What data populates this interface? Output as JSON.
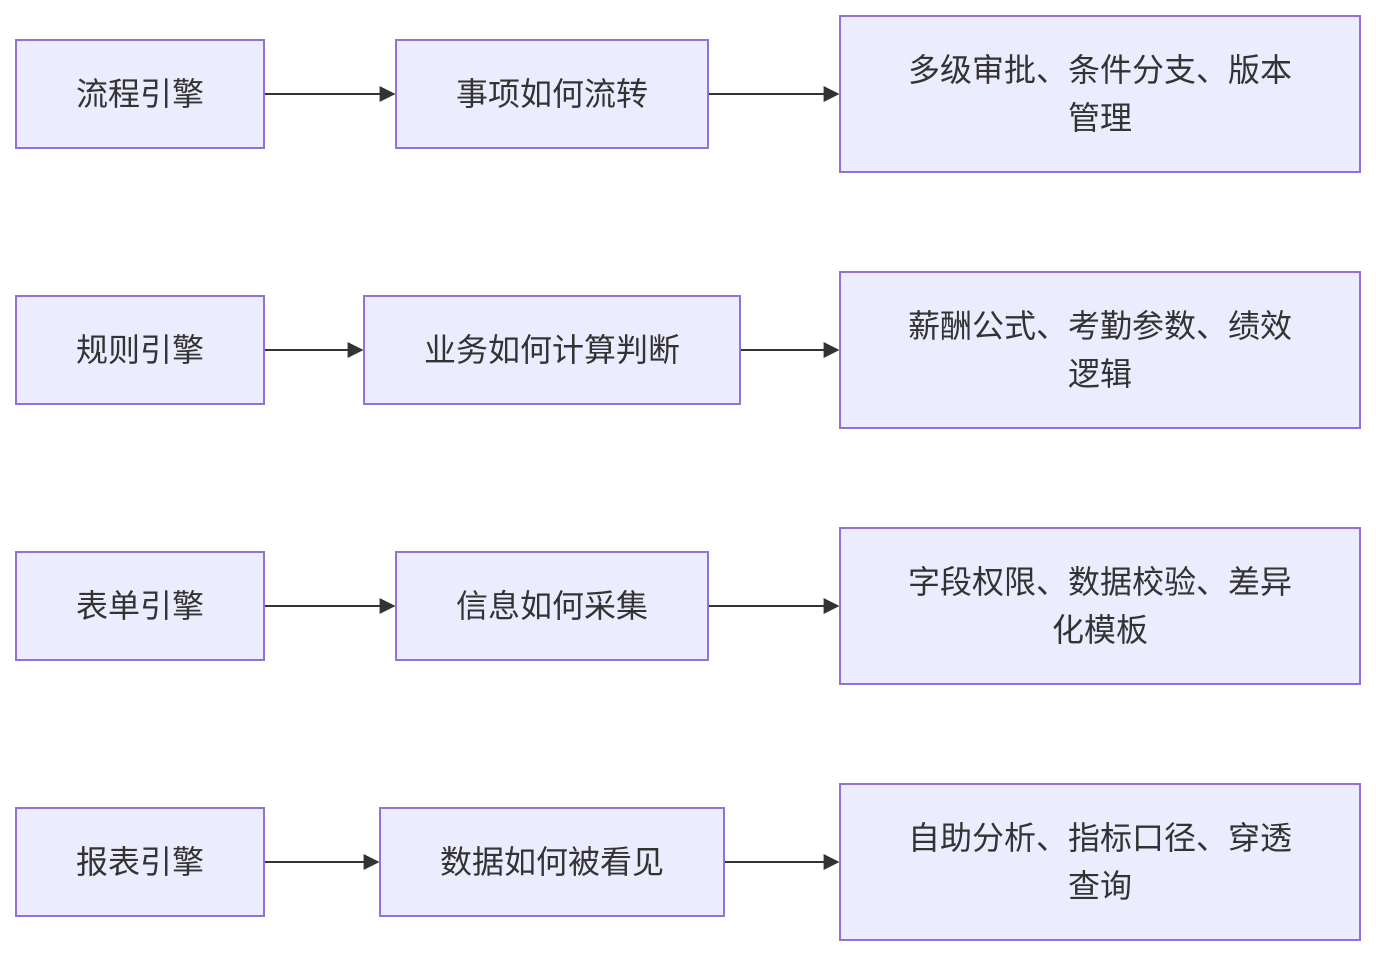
{
  "diagram": {
    "rows": [
      {
        "engine": "流程引擎",
        "purpose": "事项如何流转",
        "detail": "多级审批、条件分支、版本管理"
      },
      {
        "engine": "规则引擎",
        "purpose": "业务如何计算判断",
        "detail": "薪酬公式、考勤参数、绩效逻辑"
      },
      {
        "engine": "表单引擎",
        "purpose": "信息如何采集",
        "detail": "字段权限、数据校验、差异化模板"
      },
      {
        "engine": "报表引擎",
        "purpose": "数据如何被看见",
        "detail": "自助分析、指标口径、穿透查询"
      }
    ],
    "colors": {
      "node_fill": "#ececff",
      "node_border": "#9370db",
      "text": "#333333",
      "edge": "#333333"
    }
  }
}
